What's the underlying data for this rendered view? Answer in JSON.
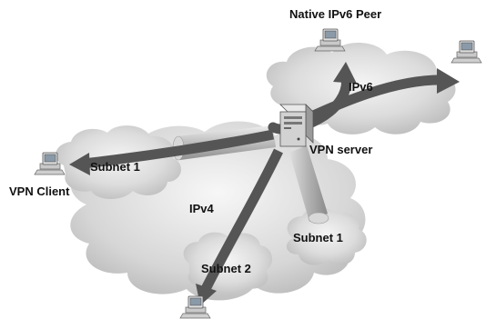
{
  "labels": {
    "native_peer": "Native IPv6 Peer",
    "ipv6": "IPv6",
    "vpn_server": "VPN server",
    "subnet1_left": "Subnet 1",
    "vpn_client": "VPN Client",
    "ipv4": "IPv4",
    "subnet1_right": "Subnet 1",
    "subnet2": "Subnet 2"
  }
}
